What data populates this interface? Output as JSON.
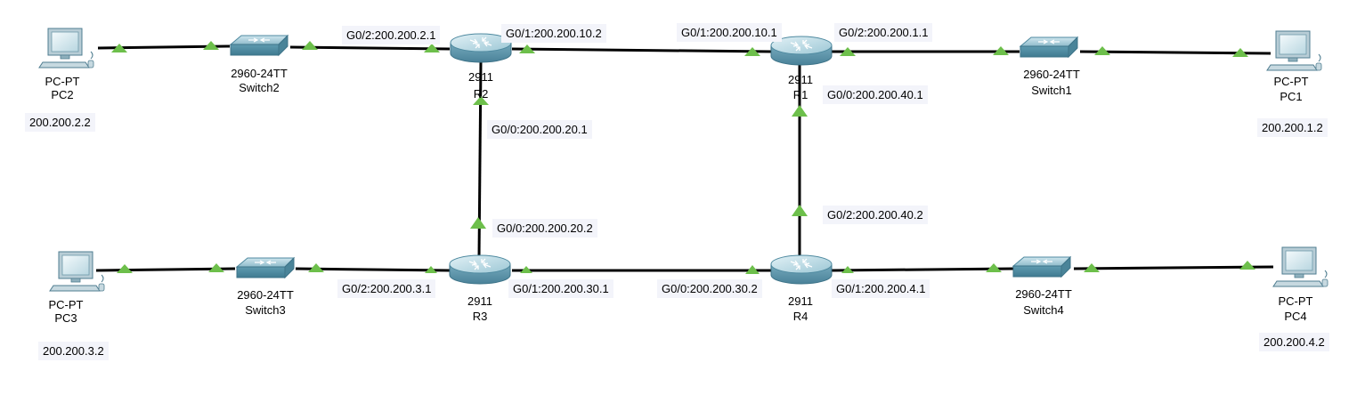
{
  "colors": {
    "link": "#000000",
    "port_indicator": "#6dbf4b",
    "label_background": "#f3f4fa"
  },
  "devices": {
    "pc1": {
      "type": "PC-PT",
      "name": "PC1",
      "ip": "200.200.1.2",
      "icon": "pc-icon"
    },
    "pc2": {
      "type": "PC-PT",
      "name": "PC2",
      "ip": "200.200.2.2",
      "icon": "pc-icon"
    },
    "pc3": {
      "type": "PC-PT",
      "name": "PC3",
      "ip": "200.200.3.2",
      "icon": "pc-icon"
    },
    "pc4": {
      "type": "PC-PT",
      "name": "PC4",
      "ip": "200.200.4.2",
      "icon": "pc-icon"
    },
    "switch1": {
      "type": "2960-24TT",
      "name": "Switch1",
      "icon": "switch-icon"
    },
    "switch2": {
      "type": "2960-24TT",
      "name": "Switch2",
      "icon": "switch-icon"
    },
    "switch3": {
      "type": "2960-24TT",
      "name": "Switch3",
      "icon": "switch-icon"
    },
    "switch4": {
      "type": "2960-24TT",
      "name": "Switch4",
      "icon": "switch-icon"
    },
    "r1": {
      "type": "2911",
      "name": "R1",
      "icon": "router-icon"
    },
    "r2": {
      "type": "2911",
      "name": "R2",
      "icon": "router-icon"
    },
    "r3": {
      "type": "2911",
      "name": "R3",
      "icon": "router-icon"
    },
    "r4": {
      "type": "2911",
      "name": "R4",
      "icon": "router-icon"
    }
  },
  "interfaces": {
    "r2_g0_2": "G0/2:200.200.2.1",
    "r2_g0_1": "G0/1:200.200.10.2",
    "r2_g0_0": "G0/0:200.200.20.1",
    "r1_g0_1": "G0/1:200.200.10.1",
    "r1_g0_2": "G0/2:200.200.1.1",
    "r1_g0_0": "G0/0:200.200.40.1",
    "r3_g0_0": "G0/0:200.200.20.2",
    "r3_g0_2": "G0/2:200.200.3.1",
    "r3_g0_1": "G0/1:200.200.30.1",
    "r4_g0_2": "G0/2:200.200.40.2",
    "r4_g0_0": "G0/0:200.200.30.2",
    "r4_g0_1": "G0/1:200.200.4.1"
  },
  "links": [
    [
      "pc2",
      "switch2"
    ],
    [
      "switch2",
      "r2"
    ],
    [
      "r2",
      "r1"
    ],
    [
      "r1",
      "switch1"
    ],
    [
      "switch1",
      "pc1"
    ],
    [
      "r2",
      "r3"
    ],
    [
      "r1",
      "r4"
    ],
    [
      "pc3",
      "switch3"
    ],
    [
      "switch3",
      "r3"
    ],
    [
      "r3",
      "r4"
    ],
    [
      "r4",
      "switch4"
    ],
    [
      "switch4",
      "pc4"
    ]
  ]
}
